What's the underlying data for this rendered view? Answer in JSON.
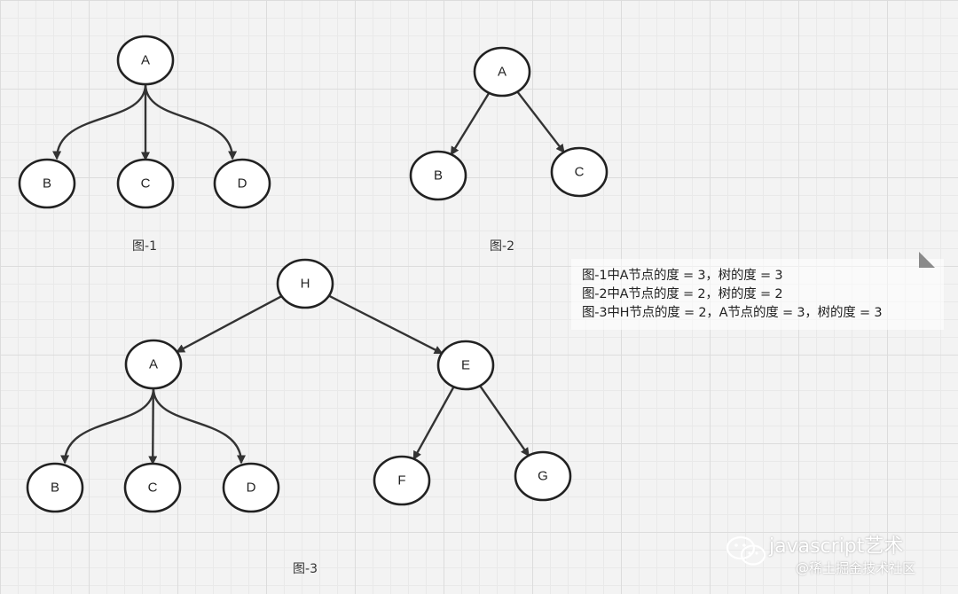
{
  "figures": [
    {
      "caption": "图-1",
      "nodes": [
        {
          "id": "A",
          "label": "A"
        },
        {
          "id": "B",
          "label": "B"
        },
        {
          "id": "C",
          "label": "C"
        },
        {
          "id": "D",
          "label": "D"
        }
      ],
      "edges": [
        [
          "A",
          "B"
        ],
        [
          "A",
          "C"
        ],
        [
          "A",
          "D"
        ]
      ]
    },
    {
      "caption": "图-2",
      "nodes": [
        {
          "id": "A",
          "label": "A"
        },
        {
          "id": "B",
          "label": "B"
        },
        {
          "id": "C",
          "label": "C"
        }
      ],
      "edges": [
        [
          "A",
          "B"
        ],
        [
          "A",
          "C"
        ]
      ]
    },
    {
      "caption": "图-3",
      "nodes": [
        {
          "id": "H",
          "label": "H"
        },
        {
          "id": "A",
          "label": "A"
        },
        {
          "id": "E",
          "label": "E"
        },
        {
          "id": "B",
          "label": "B"
        },
        {
          "id": "C",
          "label": "C"
        },
        {
          "id": "D",
          "label": "D"
        },
        {
          "id": "F",
          "label": "F"
        },
        {
          "id": "G",
          "label": "G"
        }
      ],
      "edges": [
        [
          "H",
          "A"
        ],
        [
          "H",
          "E"
        ],
        [
          "A",
          "B"
        ],
        [
          "A",
          "C"
        ],
        [
          "A",
          "D"
        ],
        [
          "E",
          "F"
        ],
        [
          "E",
          "G"
        ]
      ]
    }
  ],
  "notes": [
    "图-1中A节点的度 = 3，树的度 = 3",
    "图-2中A节点的度 = 2，树的度 = 2",
    "图-3中H节点的度 = 2，A节点的度 = 3，树的度 = 3"
  ],
  "watermark": {
    "title": "javascript艺术",
    "subtitle": "@稀土掘金技术社区",
    "icon": "wechat-icon"
  },
  "colors": {
    "node_fill": "#ffffff",
    "node_stroke": "#222222",
    "edge": "#333333",
    "text": "#222222",
    "grid": "#dcdcdc"
  }
}
